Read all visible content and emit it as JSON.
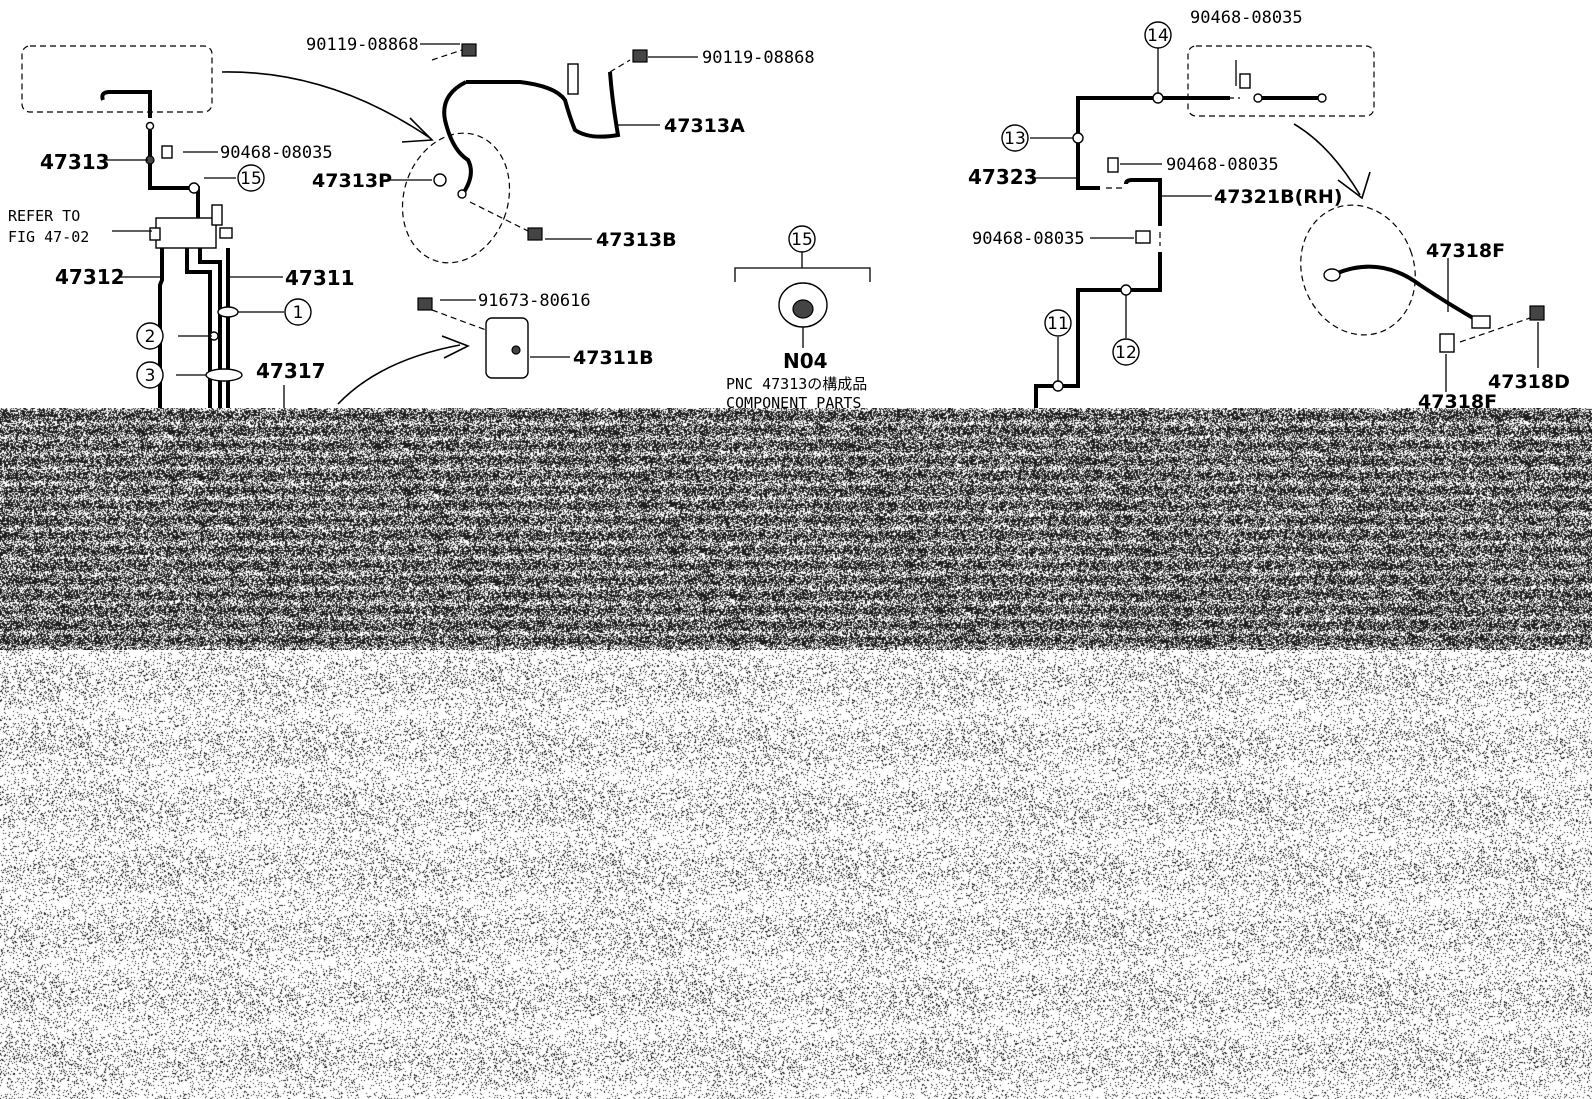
{
  "labels": {
    "p47313": "47313",
    "p90468_a": "90468-08035",
    "refer_l1": "REFER TO",
    "refer_l2": "FIG 47-02",
    "p47312": "47312",
    "p47311": "47311",
    "p47317": "47317",
    "p90119_l": "90119-08868",
    "p90119_r": "90119-08868",
    "p47313A": "47313A",
    "p47313P": "47313P",
    "p47313B": "47313B",
    "p91673": "91673-80616",
    "p47311B": "47311B",
    "pN04": "N04",
    "note_jp": "PNC 47313の構成品",
    "note_en": "COMPONENT PARTS",
    "p90468_top": "90468-08035",
    "p47323": "47323",
    "p90468_r1": "90468-08035",
    "p47321B": "47321B(RH)",
    "p90468_r2": "90468-08035",
    "p47318F_top": "47318F",
    "p47318D": "47318D",
    "p47318F_bot": "47318F"
  },
  "callouts": {
    "c1": "1",
    "c2": "2",
    "c3": "3",
    "c11": "11",
    "c12": "12",
    "c13": "13",
    "c14": "14",
    "c15_left": "15",
    "c15_mid": "15"
  }
}
